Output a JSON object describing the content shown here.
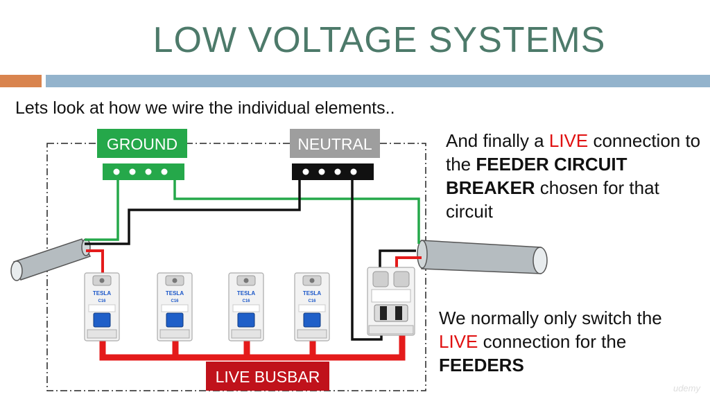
{
  "slide": {
    "title": "LOW VOLTAGE SYSTEMS",
    "intro": "Lets look at how we wire the individual elements..",
    "para1": {
      "t1": "And finally a ",
      "live": "LIVE",
      "t2": " connection to the ",
      "bold1": "FEEDER CIRCUIT BREAKER",
      "t3": " chosen for that circuit"
    },
    "para2": {
      "t1": "We normally only switch the ",
      "live": "LIVE",
      "t2": " connection for the ",
      "bold1": "FEEDERS"
    },
    "watermark": "udemy"
  },
  "diagram": {
    "ground_label": "GROUND",
    "neutral_label": "NEUTRAL",
    "busbar_label": "LIVE BUSBAR",
    "breaker_brand": "TESLA",
    "breaker_rating": "C16",
    "colors": {
      "ground": "#25a84a",
      "neutral": "#111111",
      "live": "#e41b1b",
      "busbar_label_bg": "#c0121b",
      "neutral_label_bg": "#9e9e9e",
      "orange_bar": "#d9844e",
      "blue_bar": "#93b3cc",
      "title": "#4d7a6a"
    }
  }
}
